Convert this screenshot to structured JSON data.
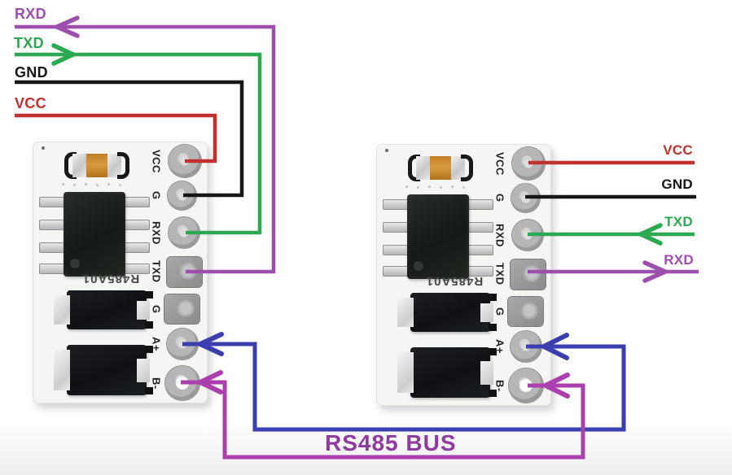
{
  "colors": {
    "vcc": "#c22f2f",
    "gnd": "#161616",
    "txd": "#2ca852",
    "rxd": "#9d4fae",
    "bus_a": "#3a3eae",
    "bus_b": "#ac3fae",
    "bus_text": "#8e3a9e",
    "silkscreen": "#474747",
    "pin_text": "#1f1f1f"
  },
  "left_module_wires": {
    "rxd": "RXD",
    "txd": "TXD",
    "gnd": "GND",
    "vcc": "VCC"
  },
  "right_module_wires": {
    "vcc": "VCC",
    "gnd": "GND",
    "txd": "TXD",
    "rxd": "RXD"
  },
  "bus": {
    "label": "RS485 BUS"
  },
  "module": {
    "silkscreen": "R485A01",
    "pins": [
      "VCC",
      "G",
      "RXD",
      "TXD",
      "G",
      "A+",
      "B-"
    ]
  }
}
